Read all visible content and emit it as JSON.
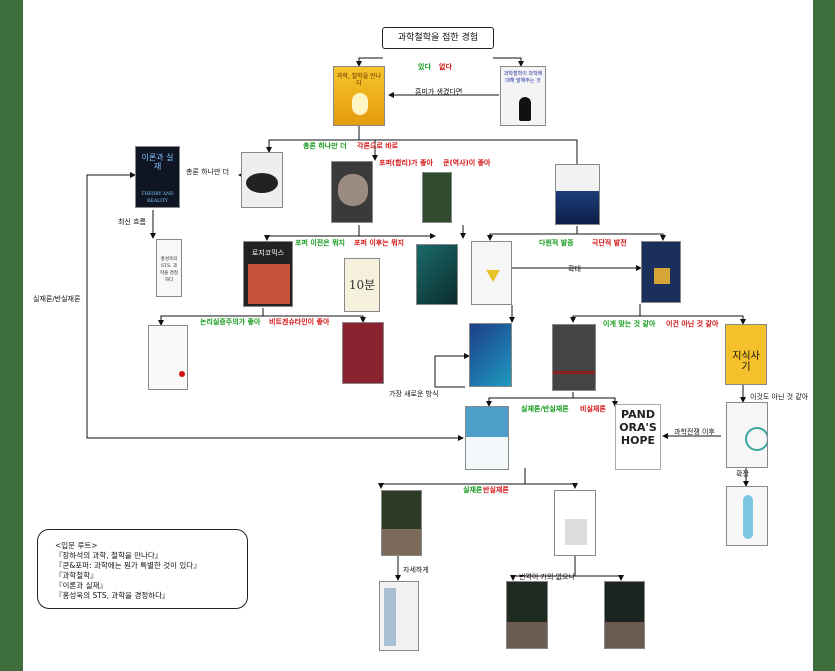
{
  "title": "과학철학을 접한 경험",
  "edge_labels": {
    "yes": "있다",
    "no": "없다",
    "if_interested": "흥미가 생겼다면",
    "general_more": "총론 하나만 더",
    "to_specific": "각론으로 바로",
    "general_only": "총론 하나만 더",
    "recent_trends": "최신 흐름",
    "popper_good": "포퍼(합리)가 좋아",
    "kuhn_good": "쿤(역사)이 좋아",
    "realism_anti": "실재론/반실재론",
    "before_popper": "포퍼 이전은 뭐지",
    "after_popper": "포퍼 이후는 뭐지",
    "pluralism": "다원적 발증",
    "radical_development": "극단적 발전",
    "expand_1": "확대",
    "positivism_good": "논리실증주의가 좋아",
    "wittgenstein_good": "비트겐슈타인이 좋아",
    "seems_right": "이게 맞는 것 같아",
    "seems_wrong": "이건 아닌 것 같아",
    "seems_not_this": "이것도 아닌 것 같아",
    "newest_method": "가장 새로운 방식",
    "realism_anti_2": "실재론/반실재론",
    "anti_realism": "비실재론",
    "after_science_wars": "과학전쟁 이후",
    "expand_2": "확장",
    "realism": "실재론",
    "anti_realism_2": "반실재론",
    "in_detail": "자세하게",
    "rarely_translated": "번역이 거의 없으니"
  },
  "books": {
    "intro_book": {
      "title": "과학, 철학을 만나다"
    },
    "gimme_book": {
      "title": "과학철학이 과학에 대해 말해주는 것"
    },
    "theory_reality": {
      "title": "이론과 실재",
      "subtitle": "THEORY AND REALITY"
    },
    "science_sts": {
      "title": "홍성욱의 STS, 과학을 경정하다"
    },
    "logical_positivism": {
      "title": "로지코믹스"
    },
    "ten_minutes": {
      "title": "10분"
    },
    "pandora": {
      "title": "PANDORA'S HOPE"
    },
    "knowledge_making": {
      "title": "지식사기"
    }
  },
  "intro_box": {
    "heading": "<입문 루트>",
    "lines": [
      "『장하석의 과학, 철학을 만나다』",
      "『쿤&포퍼: 과학에는 뭔가 특별한 것이 있다』",
      "『과학철학』",
      "『이론과 실재』",
      "『홍성욱의 STS, 과학을 경정하다』"
    ]
  },
  "colors": {
    "background": "#3f6e3d",
    "canvas": "#ffffff",
    "green_label": "#119a19",
    "red_label": "#d21212"
  }
}
